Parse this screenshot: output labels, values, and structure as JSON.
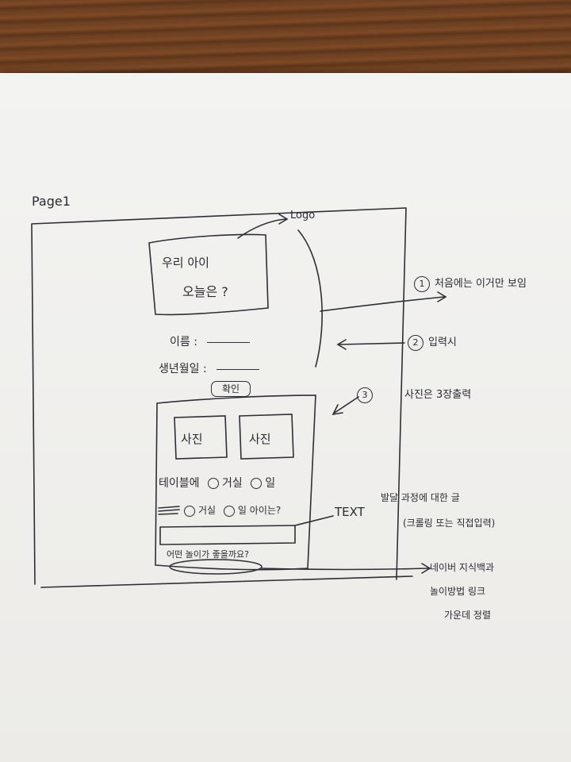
{
  "page_label": "Page1",
  "logo_label": "Logo",
  "logo_box": {
    "line1": "우리 아이",
    "line2": "오늘은 ?"
  },
  "form": {
    "name_label": "이름 :",
    "birth_label": "생년월일 :",
    "submit_label": "확인"
  },
  "result": {
    "photo1": "사진",
    "photo2": "사진",
    "question1": {
      "prefix": "테이블에",
      "option1": "거실",
      "option2": "일"
    },
    "question2": {
      "prefix": "",
      "option1": "거실",
      "option2": "일 아이는?"
    },
    "text_input_value": "",
    "link_text": "어떤 놀이가 좋을까요?"
  },
  "annotations": {
    "note1": {
      "num": "1",
      "text": "처음에는 이거만 보임"
    },
    "note2": {
      "num": "2",
      "text": "입력시"
    },
    "note3": {
      "num": "3",
      "text": "사진은 3장출력"
    },
    "note_text_label": "TEXT",
    "note_text_line1": "발달 과정에 대한 글",
    "note_text_line2": "(크롤링 또는 직접입력)",
    "note_link_line1": "네이버 지식백과",
    "note_link_line2": "놀이방법 링크",
    "note_link_line3": "가운데 정렬"
  }
}
